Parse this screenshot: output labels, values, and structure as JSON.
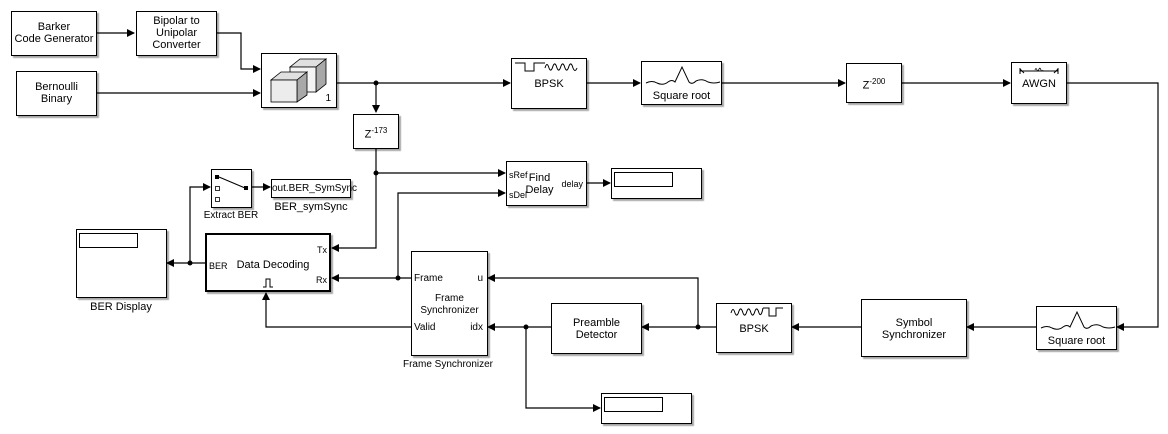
{
  "blocks": {
    "barker": {
      "label": "Barker\nCode Generator",
      "line1": "Barker",
      "line2": "Code Generator"
    },
    "bipolar": {
      "line1": "Bipolar to",
      "line2": "Unipolar",
      "line3": "Converter"
    },
    "bernoulli": {
      "line1": "Bernoulli",
      "line2": "Binary"
    },
    "concat": {
      "port_label": "1",
      "icon": "matrix-concatenate-icon"
    },
    "delay173": {
      "base": "Z",
      "exponent": "-173"
    },
    "bpsk_mod": {
      "label": "BPSK",
      "icon": "bpsk-modulator-icon"
    },
    "rrc_tx": {
      "label": "Square root",
      "icon": "raised-cosine-icon"
    },
    "delay200": {
      "base": "Z",
      "exponent": "-200"
    },
    "awgn": {
      "label": "AWGN",
      "icon": "awgn-channel-icon"
    },
    "rrc_rx": {
      "label": "Square root",
      "icon": "raised-cosine-icon"
    },
    "symbol_sync": {
      "line1": "Symbol",
      "line2": "Synchronizer"
    },
    "bpsk_demod": {
      "label": "BPSK",
      "icon": "bpsk-demodulator-icon"
    },
    "preamble": {
      "line1": "Preamble",
      "line2": "Detector"
    },
    "frame_sync": {
      "line1": "Frame",
      "line2": "Synchronizer",
      "port_frame": "Frame",
      "port_u": "u",
      "port_valid": "Valid",
      "port_idx": "idx",
      "caption": "Frame Synchronizer"
    },
    "find_delay": {
      "line1": "Find",
      "line2": "Delay",
      "port_sref": "sRef",
      "port_sdel": "sDel",
      "port_delay": "delay"
    },
    "data_decoding": {
      "label": "Data Decoding",
      "port_ber": "BER",
      "port_tx": "Tx",
      "port_rx": "Rx",
      "icon": "enable-pulse-icon"
    },
    "extract_ber": {
      "caption": "Extract BER",
      "icon": "selector-icon"
    },
    "to_workspace": {
      "variable": "out.BER_SymSync",
      "caption": "BER_symSync"
    },
    "ber_display": {
      "caption": "BER Display",
      "value": ""
    },
    "delay_display": {
      "value": ""
    },
    "idx_display": {
      "value": ""
    }
  }
}
